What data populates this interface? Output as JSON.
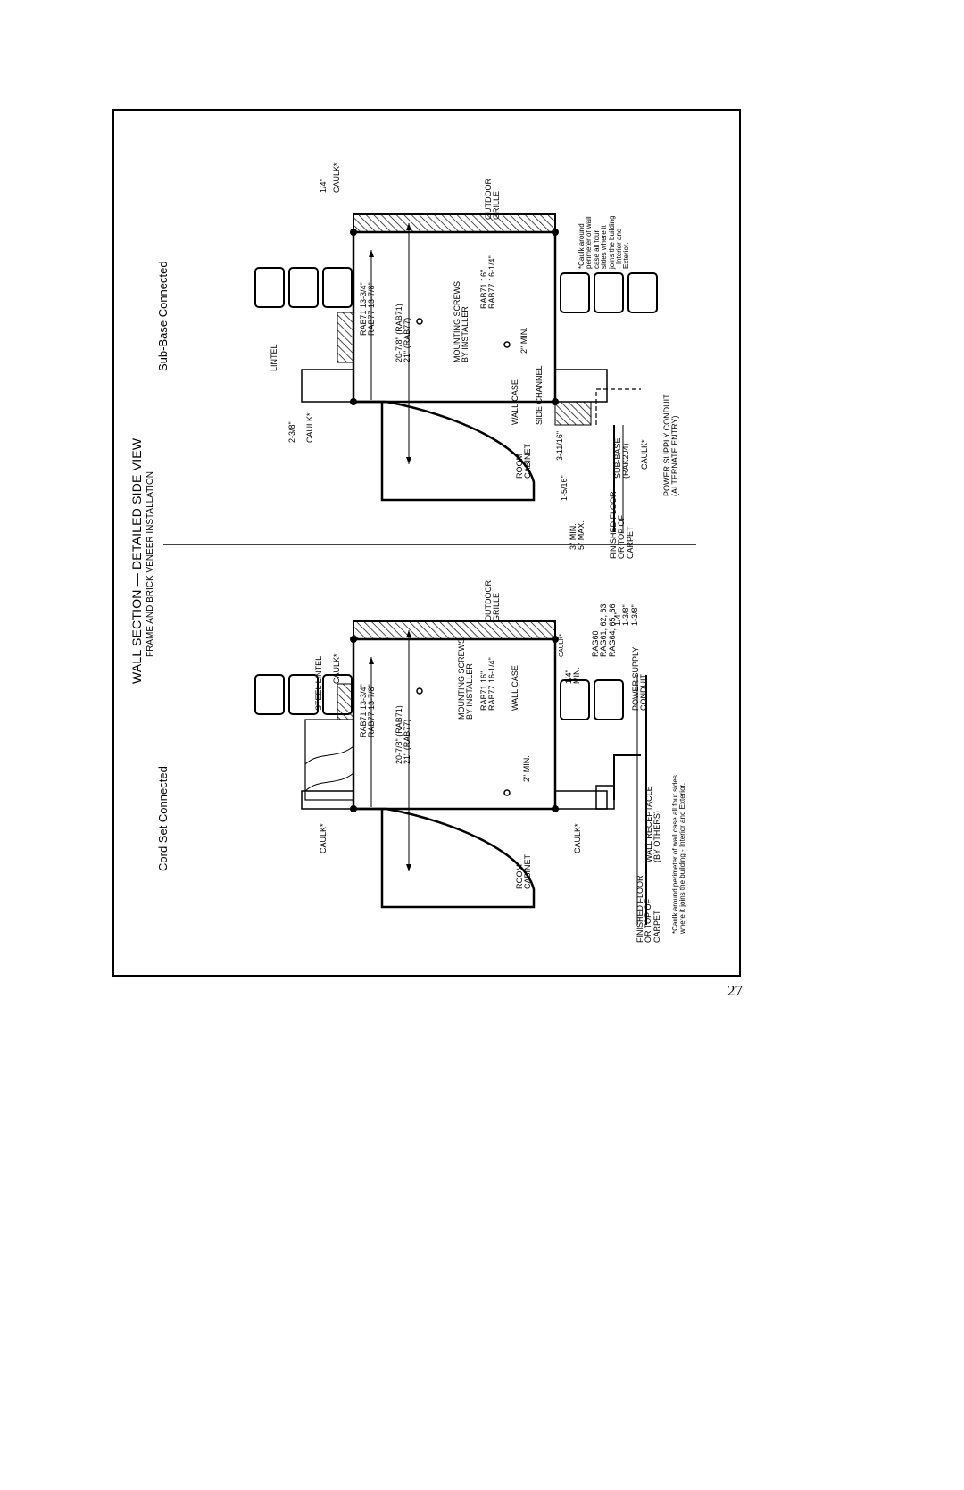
{
  "page_number": "27",
  "header": {
    "title": "WALL SECTION — DETAILED SIDE VIEW",
    "subtitle": "FRAME AND BRICK VENEER INSTALLATION"
  },
  "cord_set": {
    "heading": "Cord Set Connected",
    "labels": {
      "steel_lintel": "STEEL LINTEL",
      "caulk": "CAULK*",
      "outdoor_grille": [
        "OUTDOOR",
        "GRILLE"
      ],
      "mounting_screws": [
        "MOUNTING SCREWS",
        "BY INSTALLER"
      ],
      "dim_rab_16": [
        "RAB71   16\"",
        "RAB77   16-1/4\""
      ],
      "dim_rab_13": [
        "RAB71    13-3/4\"",
        "RAB77    13-7/8\""
      ],
      "dim_20": [
        "20-7/8\"     (RAB71)",
        "21\"          (RAB77)"
      ],
      "wall_case": "WALL CASE",
      "two_min": "2\" MIN.",
      "quarter_min": [
        "1/4\"",
        "MIN."
      ],
      "small_caulk": "CAULK*",
      "rag_models": [
        "RAG60",
        "RAG61, 62, 63",
        "RAG64, 65, 66"
      ],
      "rag_values": [
        "1/4\"",
        "1-3/8\"",
        "1-3/8\""
      ],
      "power_supply_conduit": [
        "POWER SUPPLY",
        "CONDUIT"
      ],
      "wall_receptacle": [
        "WALL RECEPTACLE",
        "(BY OTHERS)"
      ],
      "room_cabinet": [
        "ROOM",
        "CABINET"
      ],
      "finished_floor": [
        "FINISHED FLOOR",
        "OR TOP OF",
        "CARPET"
      ],
      "footnote": [
        "*Caulk around perimeter of wall case all four sides",
        "where it joins the building - Interior and Exterior."
      ]
    }
  },
  "sub_base": {
    "heading": "Sub-Base Connected",
    "labels": {
      "quarter": "1/4\"",
      "caulk": "CAULK*",
      "outdoor_grille": [
        "OUTDOOR",
        "GRILLE"
      ],
      "footnote": [
        "*Caulk around",
        "perimeter of wall",
        "case all four",
        "sides where it",
        "joins the building",
        "- Interior and",
        "Exterior."
      ],
      "dim_rab_16": [
        "RAB71   16\"",
        "RAB77   16-1/4\""
      ],
      "dim_rab_13": [
        "RAB71    13-3/4\"",
        "RAB77    13-7/8\""
      ],
      "dim_20": [
        "20-7/8\"     (RAB71)",
        "21\"          (RAB77)"
      ],
      "mounting_screws": [
        "MOUNTING SCREWS",
        "BY INSTALLER"
      ],
      "two_min": "2\" MIN.",
      "lintel": "LINTEL",
      "two_three_eighths": "2-3/8\"",
      "wall_case": "WALL CASE",
      "side_channel": "SIDE CHANNEL",
      "three_eleven": "3-11/16\"",
      "room_cabinet": [
        "ROOM",
        "CABINET"
      ],
      "one_five": "1-5/16\"",
      "sub_base": [
        "SUB-BASE",
        "(RAK204)"
      ],
      "power_supply_conduit": [
        "POWER SUPPLY CONDUIT",
        "(ALTERNATE ENTRY)"
      ],
      "min_max": [
        "3\" MIN.",
        "5\" MAX."
      ],
      "finished_floor": [
        "FINISHED FLOOR",
        "OR TOP OF",
        "CARPET"
      ]
    }
  }
}
